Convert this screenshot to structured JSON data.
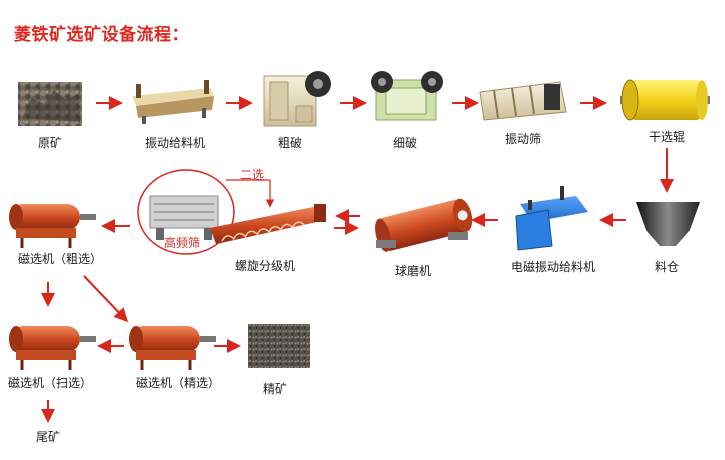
{
  "title": "菱铁矿选矿设备流程：",
  "colors": {
    "arrow": "#d9261c",
    "title": "#e0281e",
    "feeder_blue": "#1f6fc8",
    "machine_red": "#c8461e",
    "roll_yellow": "#f3d21a",
    "screen_beige": "#e8dcbc"
  },
  "nodes": {
    "raw_ore": "原矿",
    "vibrating_feeder": "振动给料机",
    "coarse_crushing": "粗破",
    "fine_crushing": "细破",
    "vibrating_screen": "振动筛",
    "dry_roller": "干选辊",
    "bin": "料仓",
    "em_feeder": "电磁振动给料机",
    "ball_mill": "球磨机",
    "spiral_classifier": "螺旋分级机",
    "high_freq_screen": "高频筛",
    "second_separation": "二选",
    "mag_rough": "磁选机（粗选）",
    "mag_scavenge": "磁选机（扫选）",
    "mag_clean": "磁选机（精选）",
    "concentrate": "精矿",
    "tailings": "尾矿"
  },
  "icons": {
    "raw_ore": "ore-rock-pile-icon",
    "vibrating_feeder": "vibrating-feeder-icon",
    "coarse_crushing": "jaw-crusher-icon",
    "fine_crushing": "fine-crusher-icon",
    "vibrating_screen": "vibrating-screen-icon",
    "dry_roller": "magnetic-roller-icon",
    "bin": "hopper-bin-icon",
    "em_feeder": "electromagnetic-feeder-icon",
    "ball_mill": "ball-mill-icon",
    "spiral_classifier": "spiral-classifier-icon",
    "mag_separator": "magnetic-separator-icon",
    "concentrate": "concentrate-powder-icon"
  }
}
